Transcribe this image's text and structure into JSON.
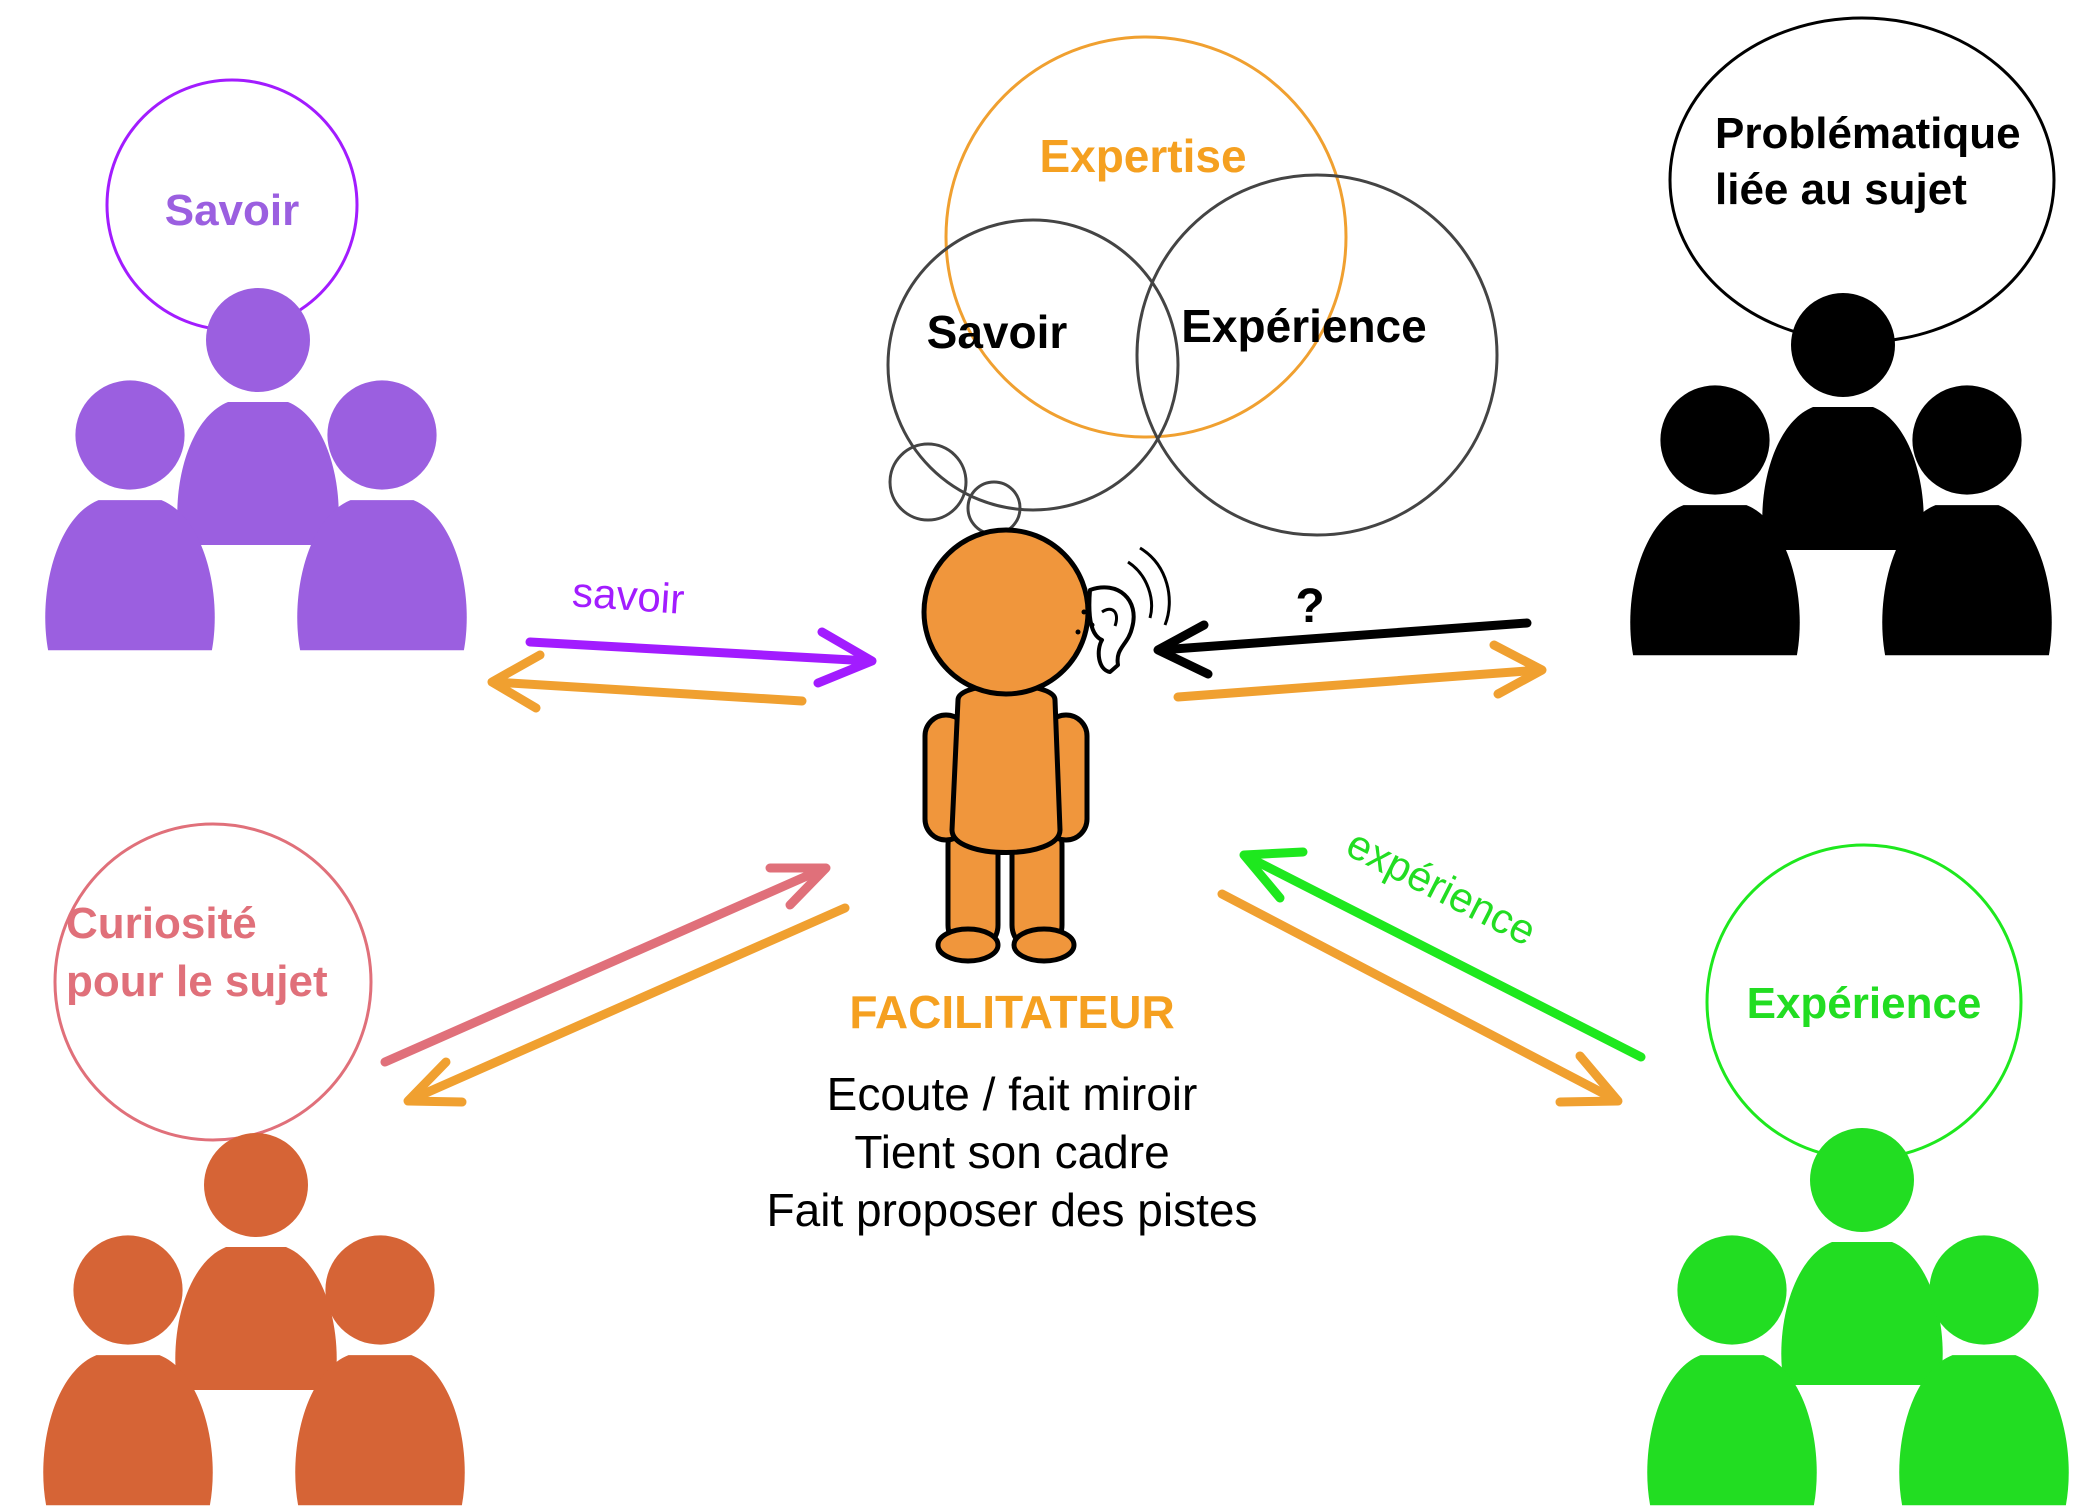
{
  "colors": {
    "purple": "#9b5fe0",
    "purple_line": "#a21cff",
    "orange": "#f0a030",
    "orange_text": "#f5a020",
    "facilitator_body": "#f0963c",
    "black": "#000000",
    "coral": "#d66436",
    "coral_line": "#e0707a",
    "green": "#22dd22",
    "green_line": "#1ee81e",
    "gray_circle": "#444444"
  },
  "groups": {
    "top_left": {
      "bubble": "Savoir",
      "arrow_label": "savoir",
      "icon": "people-group-icon"
    },
    "top_right": {
      "bubble_line1": "Problématique",
      "bubble_line2": "liée au sujet",
      "arrow_label": "?",
      "icon": "people-group-icon"
    },
    "bottom_left": {
      "bubble_line1": "Curiosité",
      "bubble_line2": "pour le sujet",
      "icon": "people-group-icon"
    },
    "bottom_right": {
      "bubble": "Expérience",
      "arrow_label": "expérience",
      "icon": "people-group-icon"
    }
  },
  "facilitator": {
    "thought": {
      "expertise": "Expertise",
      "savoir": "Savoir",
      "experience": "Expérience"
    },
    "title": "FACILITATEUR",
    "lines": [
      "Ecoute / fait miroir",
      "Tient son cadre",
      "Fait proposer des pistes"
    ],
    "icon": "person-listening-icon"
  }
}
